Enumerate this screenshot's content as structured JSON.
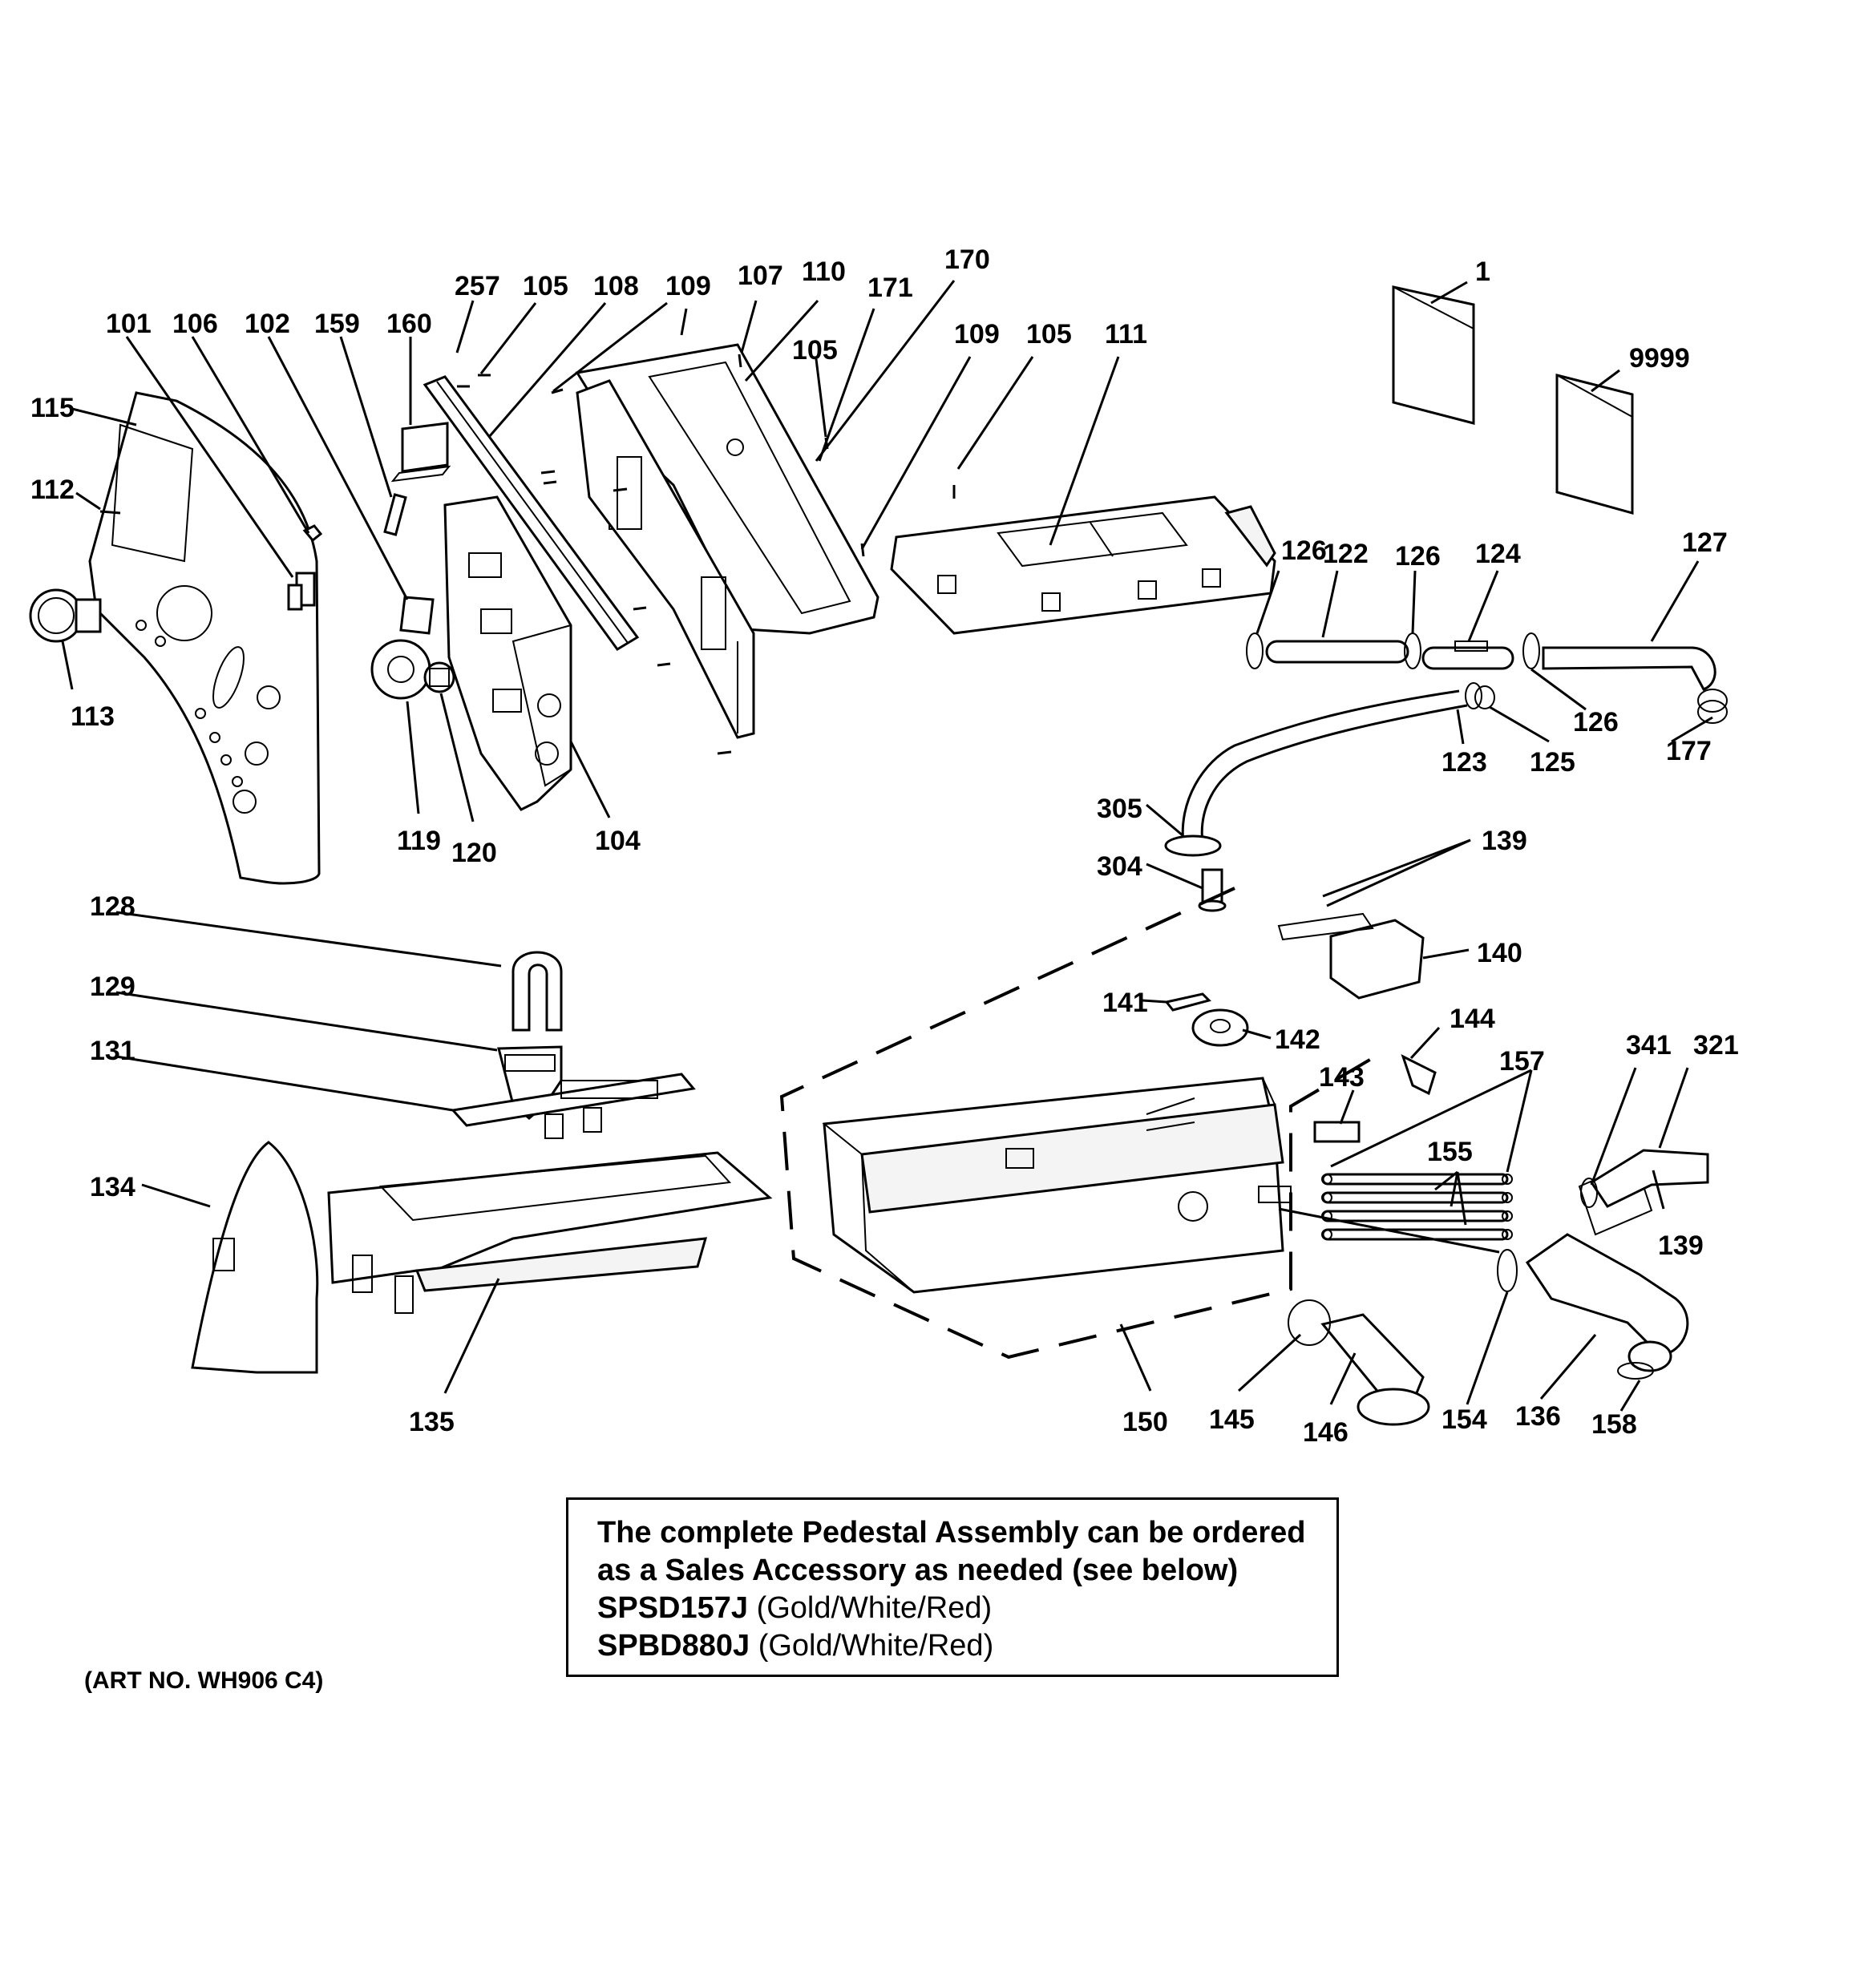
{
  "labels": {
    "l1": "1",
    "l9999": "9999",
    "l101": "101",
    "l102": "102",
    "l104": "104",
    "l105a": "105",
    "l105b": "105",
    "l105c": "105",
    "l106": "106",
    "l107": "107",
    "l108": "108",
    "l109a": "109",
    "l109b": "109",
    "l110": "110",
    "l111": "111",
    "l112": "112",
    "l113": "113",
    "l115": "115",
    "l119": "119",
    "l120": "120",
    "l122": "122",
    "l123": "123",
    "l124": "124",
    "l125": "125",
    "l126a": "126",
    "l126b": "126",
    "l126c": "126",
    "l127": "127",
    "l128": "128",
    "l129": "129",
    "l131": "131",
    "l134": "134",
    "l135": "135",
    "l136": "136",
    "l139a": "139",
    "l139b": "139",
    "l140": "140",
    "l141": "141",
    "l142": "142",
    "l143": "143",
    "l144": "144",
    "l145": "145",
    "l146": "146",
    "l150": "150",
    "l154": "154",
    "l155": "155",
    "l157": "157",
    "l158": "158",
    "l159": "159",
    "l160": "160",
    "l170": "170",
    "l171": "171",
    "l177": "177",
    "l257": "257",
    "l304": "304",
    "l305": "305",
    "l321": "321",
    "l341": "341"
  },
  "note": {
    "line1": "The complete Pedestal Assembly can be ordered",
    "line2": "as a Sales Accessory as needed (see below)",
    "model1": "SPSD157J",
    "model1_desc": "(Gold/White/Red)",
    "model2": "SPBD880J",
    "model2_desc": "(Gold/White/Red)"
  },
  "art_number": "(ART NO. WH906 C4)"
}
